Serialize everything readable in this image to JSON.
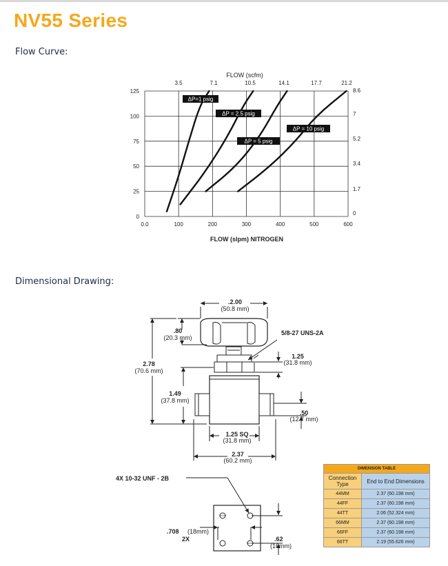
{
  "title": "NV55 Series",
  "sections": {
    "flow_curve": "Flow Curve:",
    "dimensional": "Dimensional Drawing:"
  },
  "chart_data": {
    "type": "line",
    "xlabel": "FLOW (slpm) NITROGEN",
    "top_axis_label": "FLOW (scfm)",
    "xlim": [
      0,
      600
    ],
    "ylim": [
      0,
      125
    ],
    "x_ticks": [
      "0.0",
      "100",
      "200",
      "300",
      "400",
      "500",
      "600"
    ],
    "y_ticks": [
      "0",
      "25",
      "50",
      "75",
      "100",
      "125"
    ],
    "top_ticks": [
      "3.5",
      "7.1",
      "10.5",
      "14.1",
      "17.7",
      "21.2"
    ],
    "right_ticks": [
      "0",
      "1.7",
      "3.4",
      "5.2",
      "7",
      "8.6"
    ],
    "grid": true,
    "series": [
      {
        "name": "ΔP=1 psig",
        "x": [
          65,
          100,
          130,
          162,
          190
        ],
        "y": [
          5,
          40,
          75,
          110,
          125
        ]
      },
      {
        "name": "ΔP = 2.5 psig",
        "x": [
          105,
          180,
          245,
          290,
          320
        ],
        "y": [
          12,
          45,
          80,
          110,
          125
        ]
      },
      {
        "name": "ΔP = 5 psig",
        "x": [
          180,
          270,
          340,
          390,
          420
        ],
        "y": [
          25,
          50,
          80,
          110,
          125
        ]
      },
      {
        "name": "ΔP = 10 psig",
        "x": [
          275,
          370,
          445,
          505,
          595
        ],
        "y": [
          25,
          50,
          75,
          100,
          125
        ]
      }
    ]
  },
  "drawing": {
    "width_top": ".2.00",
    "width_top_mm": "(50.8 mm)",
    "handle_h": ".80",
    "handle_h_mm": "(20.3 mm)",
    "thread": "5/8-27 UNS-2A",
    "overall_h": "2.78",
    "overall_h_mm": "(70.6 mm)",
    "nut": "1.25",
    "nut_mm": "(31.8 mm)",
    "body_h": "1.49",
    "body_h_mm": "(37.8 mm)",
    "port_h": ".50",
    "port_h_mm": "(12.7 mm)",
    "body_sq": "1.25 SQ",
    "body_sq_mm": "(31.8 mm)",
    "overall_w": "2.37",
    "overall_w_mm": "(60.2 mm)",
    "mount_holes": "4X 10-32 UNF - 2B",
    "hole_sp_w": ".708",
    "hole_sp_w_mm": "(18mm)",
    "hole_sp_w_count": "2X",
    "hole_sp_h": ".62",
    "hole_sp_h_mm": "(16mm)"
  },
  "dimension_table": {
    "title": "DIMENSION TABLE",
    "col1": "Connection Type",
    "col2": "End to End Dimensions",
    "rows": [
      {
        "type": "44MM",
        "dim": "2.37 (60.198 mm)"
      },
      {
        "type": "44FF",
        "dim": "2.37 (60.198 mm)"
      },
      {
        "type": "44TT",
        "dim": "2.06 (52.324 mm)"
      },
      {
        "type": "66MM",
        "dim": "2.37 (60.198 mm)"
      },
      {
        "type": "66FF",
        "dim": "2.37 (60.198 mm)"
      },
      {
        "type": "66TT",
        "dim": "2.19 (55.626 mm)"
      }
    ]
  }
}
